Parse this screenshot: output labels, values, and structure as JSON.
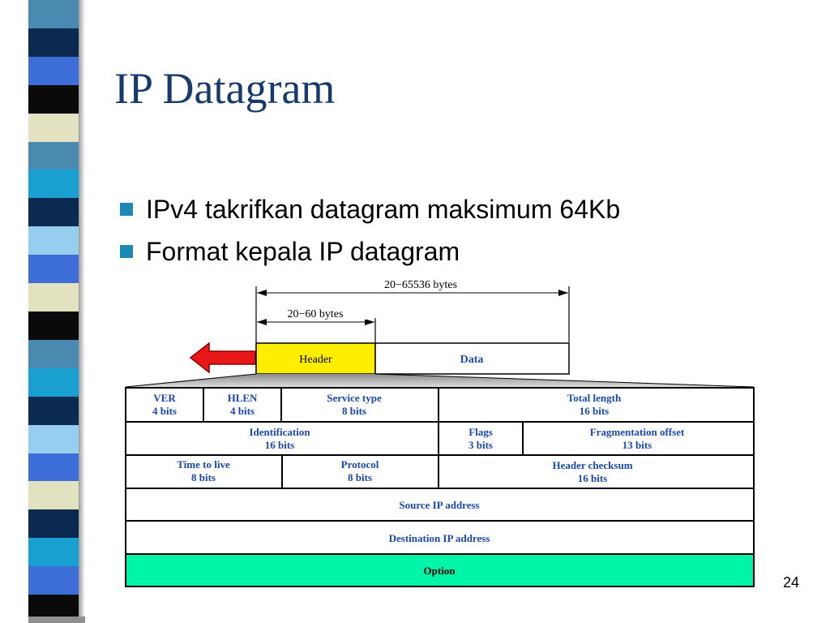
{
  "slide": {
    "title": "IP Datagram",
    "bullets": [
      "IPv4 takrifkan datagram maksimum 64Kb",
      "Format kepala IP datagram"
    ],
    "page_number": "24"
  },
  "diagram": {
    "total_size_label": "20−65536 bytes",
    "header_size_label": "20−60 bytes",
    "header_label": "Header",
    "data_label": "Data",
    "fields": {
      "ver": [
        "VER",
        "4 bits"
      ],
      "hlen": [
        "HLEN",
        "4 bits"
      ],
      "service_type": [
        "Service type",
        "8 bits"
      ],
      "total_length": [
        "Total length",
        "16 bits"
      ],
      "identification": [
        "Identification",
        "16 bits"
      ],
      "flags": [
        "Flags",
        "3 bits"
      ],
      "fragmentation_offset": [
        "Fragmentation offset",
        "13 bits"
      ],
      "ttl": [
        "Time to live",
        "8 bits"
      ],
      "protocol": [
        "Protocol",
        "8 bits"
      ],
      "header_checksum": [
        "Header checksum",
        "16 bits"
      ],
      "source_ip": [
        "Source IP address"
      ],
      "destination_ip": [
        "Destination IP address"
      ],
      "option": [
        "Option"
      ]
    },
    "colors": {
      "header_fill": "#ffee00",
      "option_fill": "#00f5a8",
      "arrow_fill": "#e81818",
      "field_text": "#1a48b0"
    }
  },
  "sidebar_stripes": [
    "#4a8ab0",
    "#0a2a50",
    "#3d6ed8",
    "#0a0a0a",
    "#e2e2c0",
    "#4a8ab0",
    "#1aa0d0",
    "#0a2a50",
    "#96cef0",
    "#3d6ed8",
    "#e2e2c0",
    "#0a0a0a",
    "#4a8ab0",
    "#1aa0d0",
    "#0a2a50",
    "#96cef0",
    "#3d6ed8",
    "#e2e2c0",
    "#0a2a50",
    "#1aa0d0",
    "#3d6ed8",
    "#0a0a0a"
  ]
}
